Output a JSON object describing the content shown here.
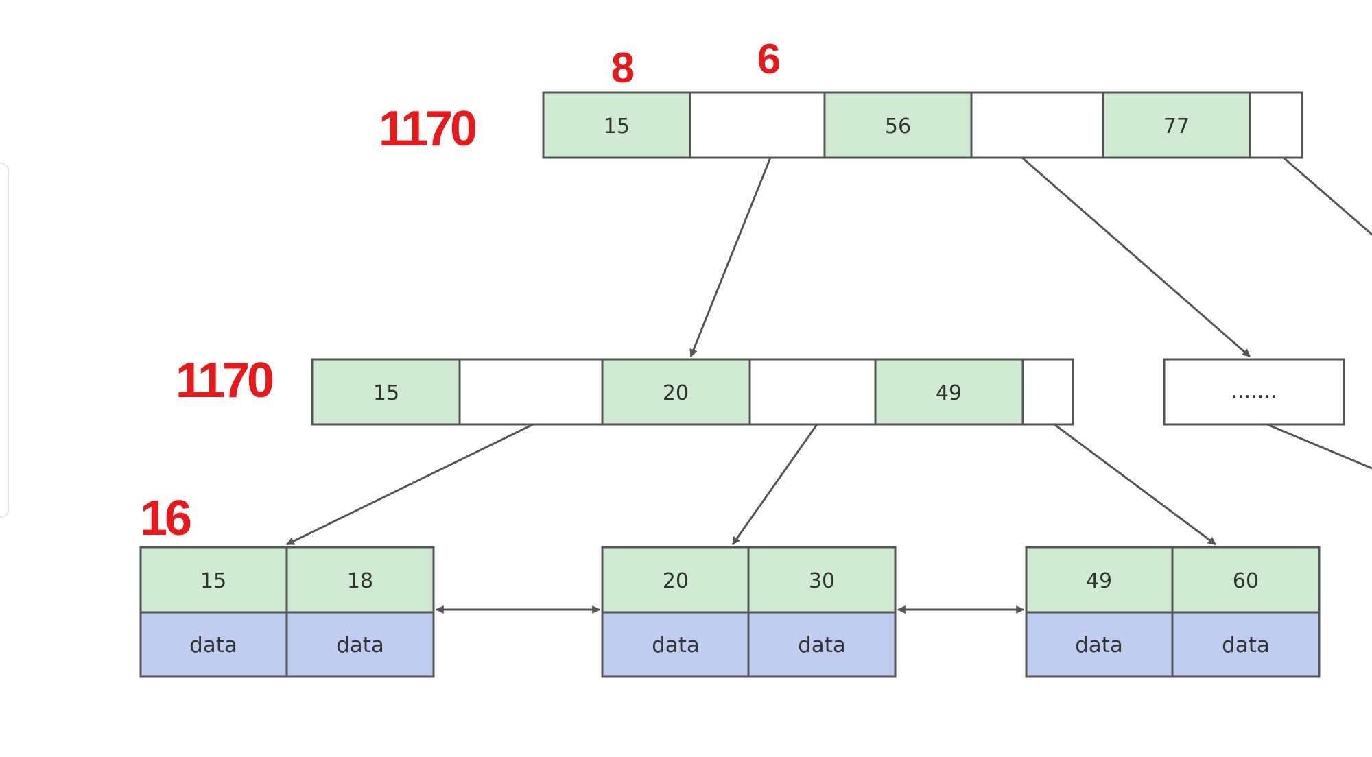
{
  "colors": {
    "key_fill": "#d0ead3",
    "pointer_fill": "#ffffff",
    "data_fill": "#c1cdf0",
    "stroke": "#555555",
    "annotation": "#e8191b"
  },
  "annotations": {
    "key_bytes": "8",
    "pointer_bytes": "6",
    "root_fanout": "1170",
    "level2_fanout": "1170",
    "leaf_rows": "16"
  },
  "root_node": {
    "keys": [
      "15",
      "56",
      "77"
    ]
  },
  "level2_node": {
    "keys": [
      "15",
      "20",
      "49"
    ]
  },
  "sibling_node": {
    "label": "......."
  },
  "leaf_nodes": [
    {
      "keys": [
        "15",
        "18"
      ],
      "data": [
        "data",
        "data"
      ]
    },
    {
      "keys": [
        "20",
        "30"
      ],
      "data": [
        "data",
        "data"
      ]
    },
    {
      "keys": [
        "49",
        "60"
      ],
      "data": [
        "data",
        "data"
      ]
    }
  ]
}
